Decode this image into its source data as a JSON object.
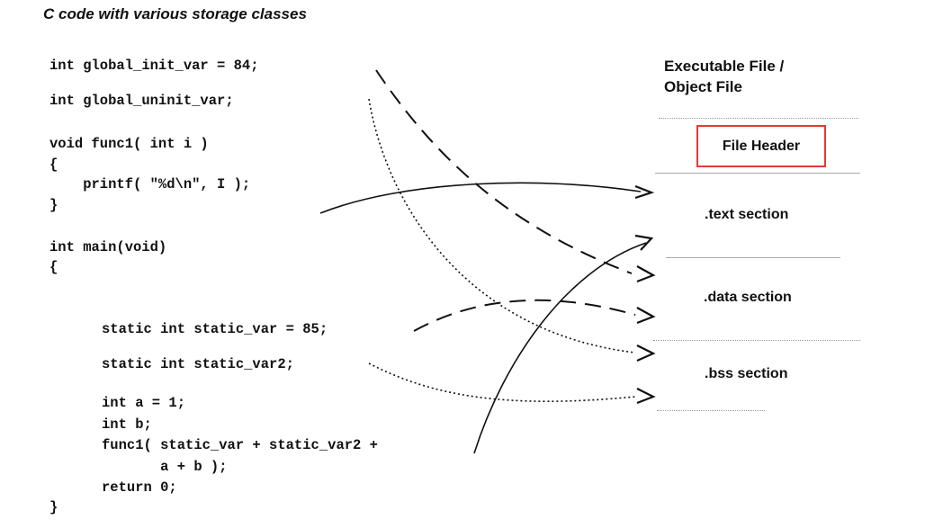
{
  "title": "C code with various storage classes",
  "code": {
    "global_init": "int global_init_var = 84;",
    "global_uninit": "int global_uninit_var;",
    "func1_block": "void func1( int i )\n{\n    printf( \"%d\\n\", I );\n}",
    "main_block": "int main(void)\n{",
    "static_var": "static int static_var = 85;",
    "static_var2": "static int static_var2;",
    "locals_block": "int a = 1;\nint b;\nfunc1( static_var + static_var2 +\n       a + b );\nreturn 0;",
    "closing_brace": "}"
  },
  "object_file": {
    "heading_line1": "Executable File /",
    "heading_line2": "Object File",
    "file_header": "File Header",
    "text_section": ".text section",
    "data_section": ".data section",
    "bss_section": ".bss section"
  },
  "colors": {
    "highlight_border": "#e53935",
    "ink": "#111111"
  },
  "mappings": [
    {
      "from": "global_init_var",
      "to": ".data section",
      "style": "dashed"
    },
    {
      "from": "global_uninit_var",
      "to": ".bss section",
      "style": "dotted"
    },
    {
      "from": "func1",
      "to": ".text section",
      "style": "solid"
    },
    {
      "from": "static_var",
      "to": ".data section",
      "style": "dashed"
    },
    {
      "from": "static_var2",
      "to": ".bss section",
      "style": "dotted"
    },
    {
      "from": "main",
      "to": ".text section",
      "style": "solid"
    }
  ]
}
